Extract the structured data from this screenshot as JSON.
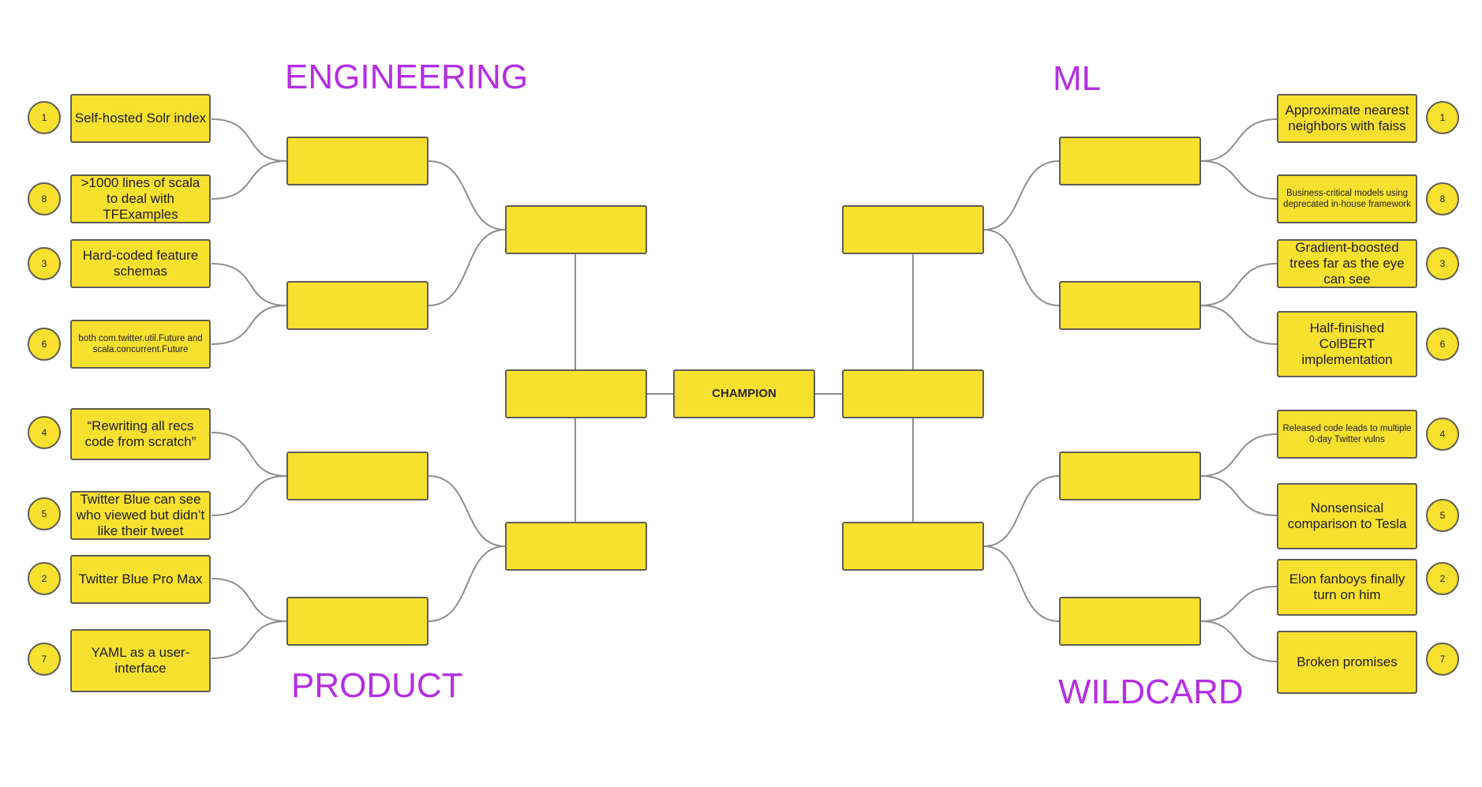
{
  "regions": {
    "engineering": "ENGINEERING",
    "ml": "ML",
    "product": "PRODUCT",
    "wildcard": "WILDCARD"
  },
  "champion": "CHAMPION",
  "entries": {
    "eng": [
      {
        "seed": "1",
        "label": "Self-hosted Solr index"
      },
      {
        "seed": "8",
        "label": ">1000 lines of scala to deal with TFExamples"
      },
      {
        "seed": "3",
        "label": "Hard-coded feature schemas"
      },
      {
        "seed": "6",
        "label": "both com.twitter.util.Future and scala.concurrent.Future"
      }
    ],
    "product": [
      {
        "seed": "4",
        "label": "“Rewriting all recs code from scratch”"
      },
      {
        "seed": "5",
        "label": "Twitter Blue can see who viewed but didn’t like their tweet"
      },
      {
        "seed": "2",
        "label": "Twitter Blue Pro Max"
      },
      {
        "seed": "7",
        "label": "YAML as a user-interface"
      }
    ],
    "ml": [
      {
        "seed": "1",
        "label": "Approximate nearest neighbors with faiss"
      },
      {
        "seed": "8",
        "label": "Business-critical models using deprecated in-house framework"
      },
      {
        "seed": "3",
        "label": "Gradient-boosted trees far as the eye can see"
      },
      {
        "seed": "6",
        "label": "Half-finished ColBERT implementation"
      }
    ],
    "wildcard": [
      {
        "seed": "4",
        "label": "Released code leads to multiple 0-day Twitter vulns"
      },
      {
        "seed": "5",
        "label": "Nonsensical comparison to Tesla"
      },
      {
        "seed": "2",
        "label": "Elon fanboys finally turn on him"
      },
      {
        "seed": "7",
        "label": "Broken promises"
      }
    ]
  },
  "colors": {
    "box": "#f8e02f",
    "border": "#5f5d52",
    "region_text": "#b42ee3",
    "connector": "#8e8e8e"
  }
}
